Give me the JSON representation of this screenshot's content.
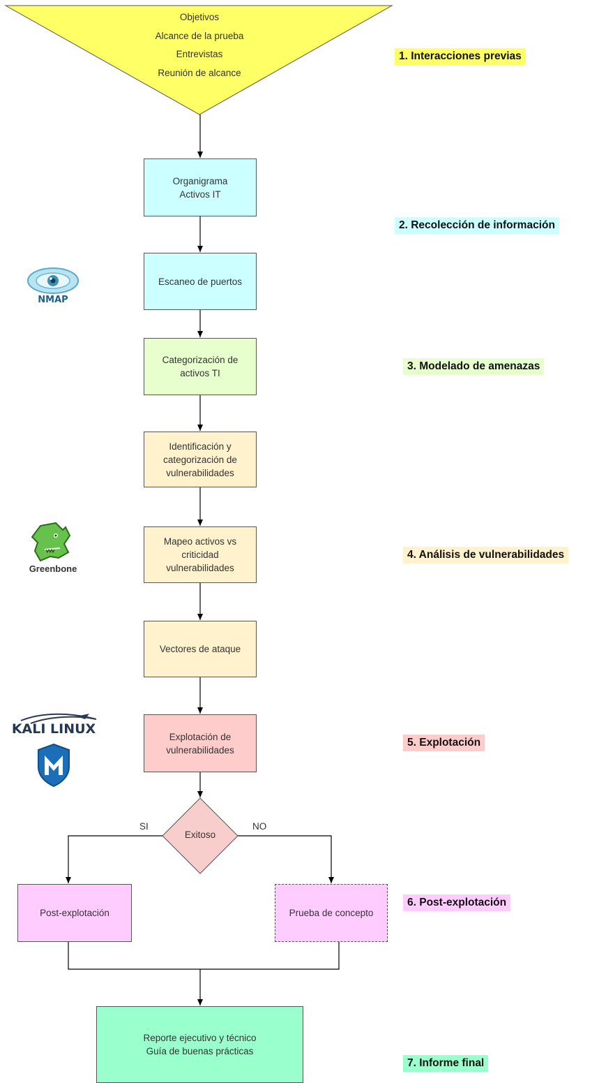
{
  "colors": {
    "yellow": "#ffff66",
    "cyan": "#ccffff",
    "lightgreen": "#e6ffcc",
    "cream": "#fff2cc",
    "salmon": "#ffcccc",
    "pink": "#ffccff",
    "green": "#99ffcc"
  },
  "triangle": {
    "items": [
      "Objetivos",
      "Alcance de la prueba",
      "Entrevistas",
      "Reunión de alcance"
    ]
  },
  "boxes": {
    "organigrama": "Organigrama\nActivos IT",
    "escaneo": "Escaneo de puertos",
    "categorizacion": "Categorización de\nactivos TI",
    "identificacion": "Identificación y\ncategorización de\nvulnerabilidades",
    "mapeo": "Mapeo activos vs\ncriticidad\nvulnerabilidades",
    "vectores": "Vectores de ataque",
    "explotacion": "Explotación de\nvulnerabilidades",
    "exitoso": "Exitoso",
    "post": "Post-explotación",
    "prueba": "Prueba de concepto",
    "reporte": "Reporte ejecutivo y técnico\nGuía de buenas prácticas"
  },
  "branches": {
    "yes": "SI",
    "no": "NO"
  },
  "phases": [
    "1. Interacciones previas",
    "2. Recolección de información",
    "3. Modelado de amenazas",
    "4. Análisis de vulnerabilidades",
    "5. Explotación",
    "6. Post-explotación",
    "7. Informe final"
  ],
  "logos": {
    "nmap": {
      "icon": "nmap-eye-icon",
      "text": "NMAP"
    },
    "greenbone": {
      "icon": "greenbone-dragon-icon",
      "text": "Greenbone"
    },
    "kali": {
      "icon": "kali-dragon-icon",
      "text": "KALI LINUX"
    },
    "metasploit": {
      "icon": "metasploit-shield-icon"
    }
  }
}
